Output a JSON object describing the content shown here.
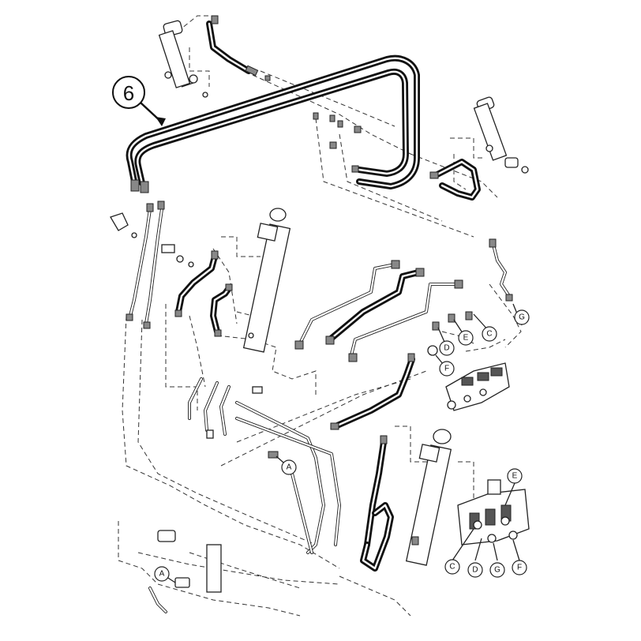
{
  "main_callout": {
    "label": "6"
  },
  "callouts": [
    {
      "id": "g-upper",
      "label": "G"
    },
    {
      "id": "c-upper",
      "label": "C"
    },
    {
      "id": "e-upper",
      "label": "E"
    },
    {
      "id": "d-upper",
      "label": "D"
    },
    {
      "id": "f-upper",
      "label": "F"
    },
    {
      "id": "a-mid",
      "label": "A"
    },
    {
      "id": "a-lower",
      "label": "A"
    },
    {
      "id": "e-lower",
      "label": "E"
    },
    {
      "id": "c-lower",
      "label": "C"
    },
    {
      "id": "d-lower",
      "label": "D"
    },
    {
      "id": "g-lower",
      "label": "G"
    },
    {
      "id": "f-lower",
      "label": "F"
    }
  ]
}
